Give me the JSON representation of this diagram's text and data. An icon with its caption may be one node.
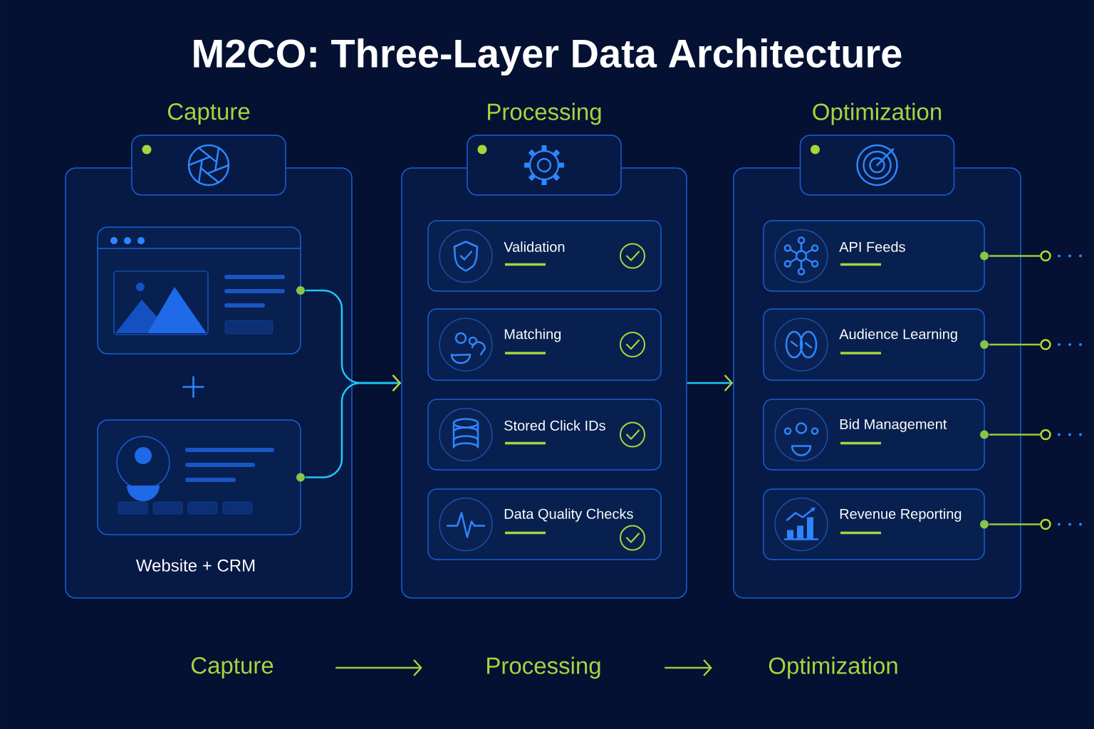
{
  "diagram": {
    "title": "M2CO: Three-Layer Data Architecture",
    "nodes": [
      {
        "text": [
          "Capture",
          "Website + CRM"
        ]
      },
      {
        "text": [],
        "shape": "box",
        "in": 0
      },
      {
        "text": [],
        "shape": "box",
        "in": 0
      },
      {
        "text": [
          "Processing"
        ]
      },
      {
        "text": [
          "Validation"
        ],
        "in": 3
      },
      {
        "text": [
          "Matching"
        ],
        "in": 3
      },
      {
        "text": [
          "Stored Click IDs"
        ],
        "in": 3
      },
      {
        "text": [
          "Data Quality Checks"
        ],
        "in": 3
      },
      {
        "text": [
          "Optimization"
        ]
      },
      {
        "text": [
          "API Feeds"
        ],
        "in": 8
      },
      {
        "text": [
          "Audience Learning"
        ],
        "in": 8
      },
      {
        "text": [
          "Bid Management"
        ],
        "in": 8
      },
      {
        "text": [
          "Revenue Reporting"
        ],
        "in": 8
      },
      {
        "text": [
          "Capture"
        ]
      },
      {
        "text": [
          "Processing"
        ]
      },
      {
        "text": [
          "Optimization"
        ]
      },
      {
        "text": [],
        "shape": "circle"
      },
      {
        "text": [],
        "shape": "circle"
      },
      {
        "text": [],
        "shape": "circle"
      },
      {
        "text": [],
        "shape": "circle"
      }
    ],
    "edges": [
      {
        "from": 1,
        "to": 3,
        "arrow": "to",
        "color": "#1ec8f5"
      },
      {
        "from": 2,
        "to": 3,
        "arrow": "to",
        "color": "#1ec8f5"
      },
      {
        "from": 3,
        "to": 8,
        "arrow": "to",
        "color": "#1ec8f5"
      },
      {
        "from": 9,
        "to": 16,
        "arrow": "none"
      },
      {
        "from": 10,
        "to": 17,
        "arrow": "none"
      },
      {
        "from": 11,
        "to": 18,
        "arrow": "none"
      },
      {
        "from": 12,
        "to": 19,
        "arrow": "none"
      },
      {
        "from": 13,
        "to": 14,
        "arrow": "to"
      },
      {
        "from": 14,
        "to": 15,
        "arrow": "to"
      }
    ]
  }
}
